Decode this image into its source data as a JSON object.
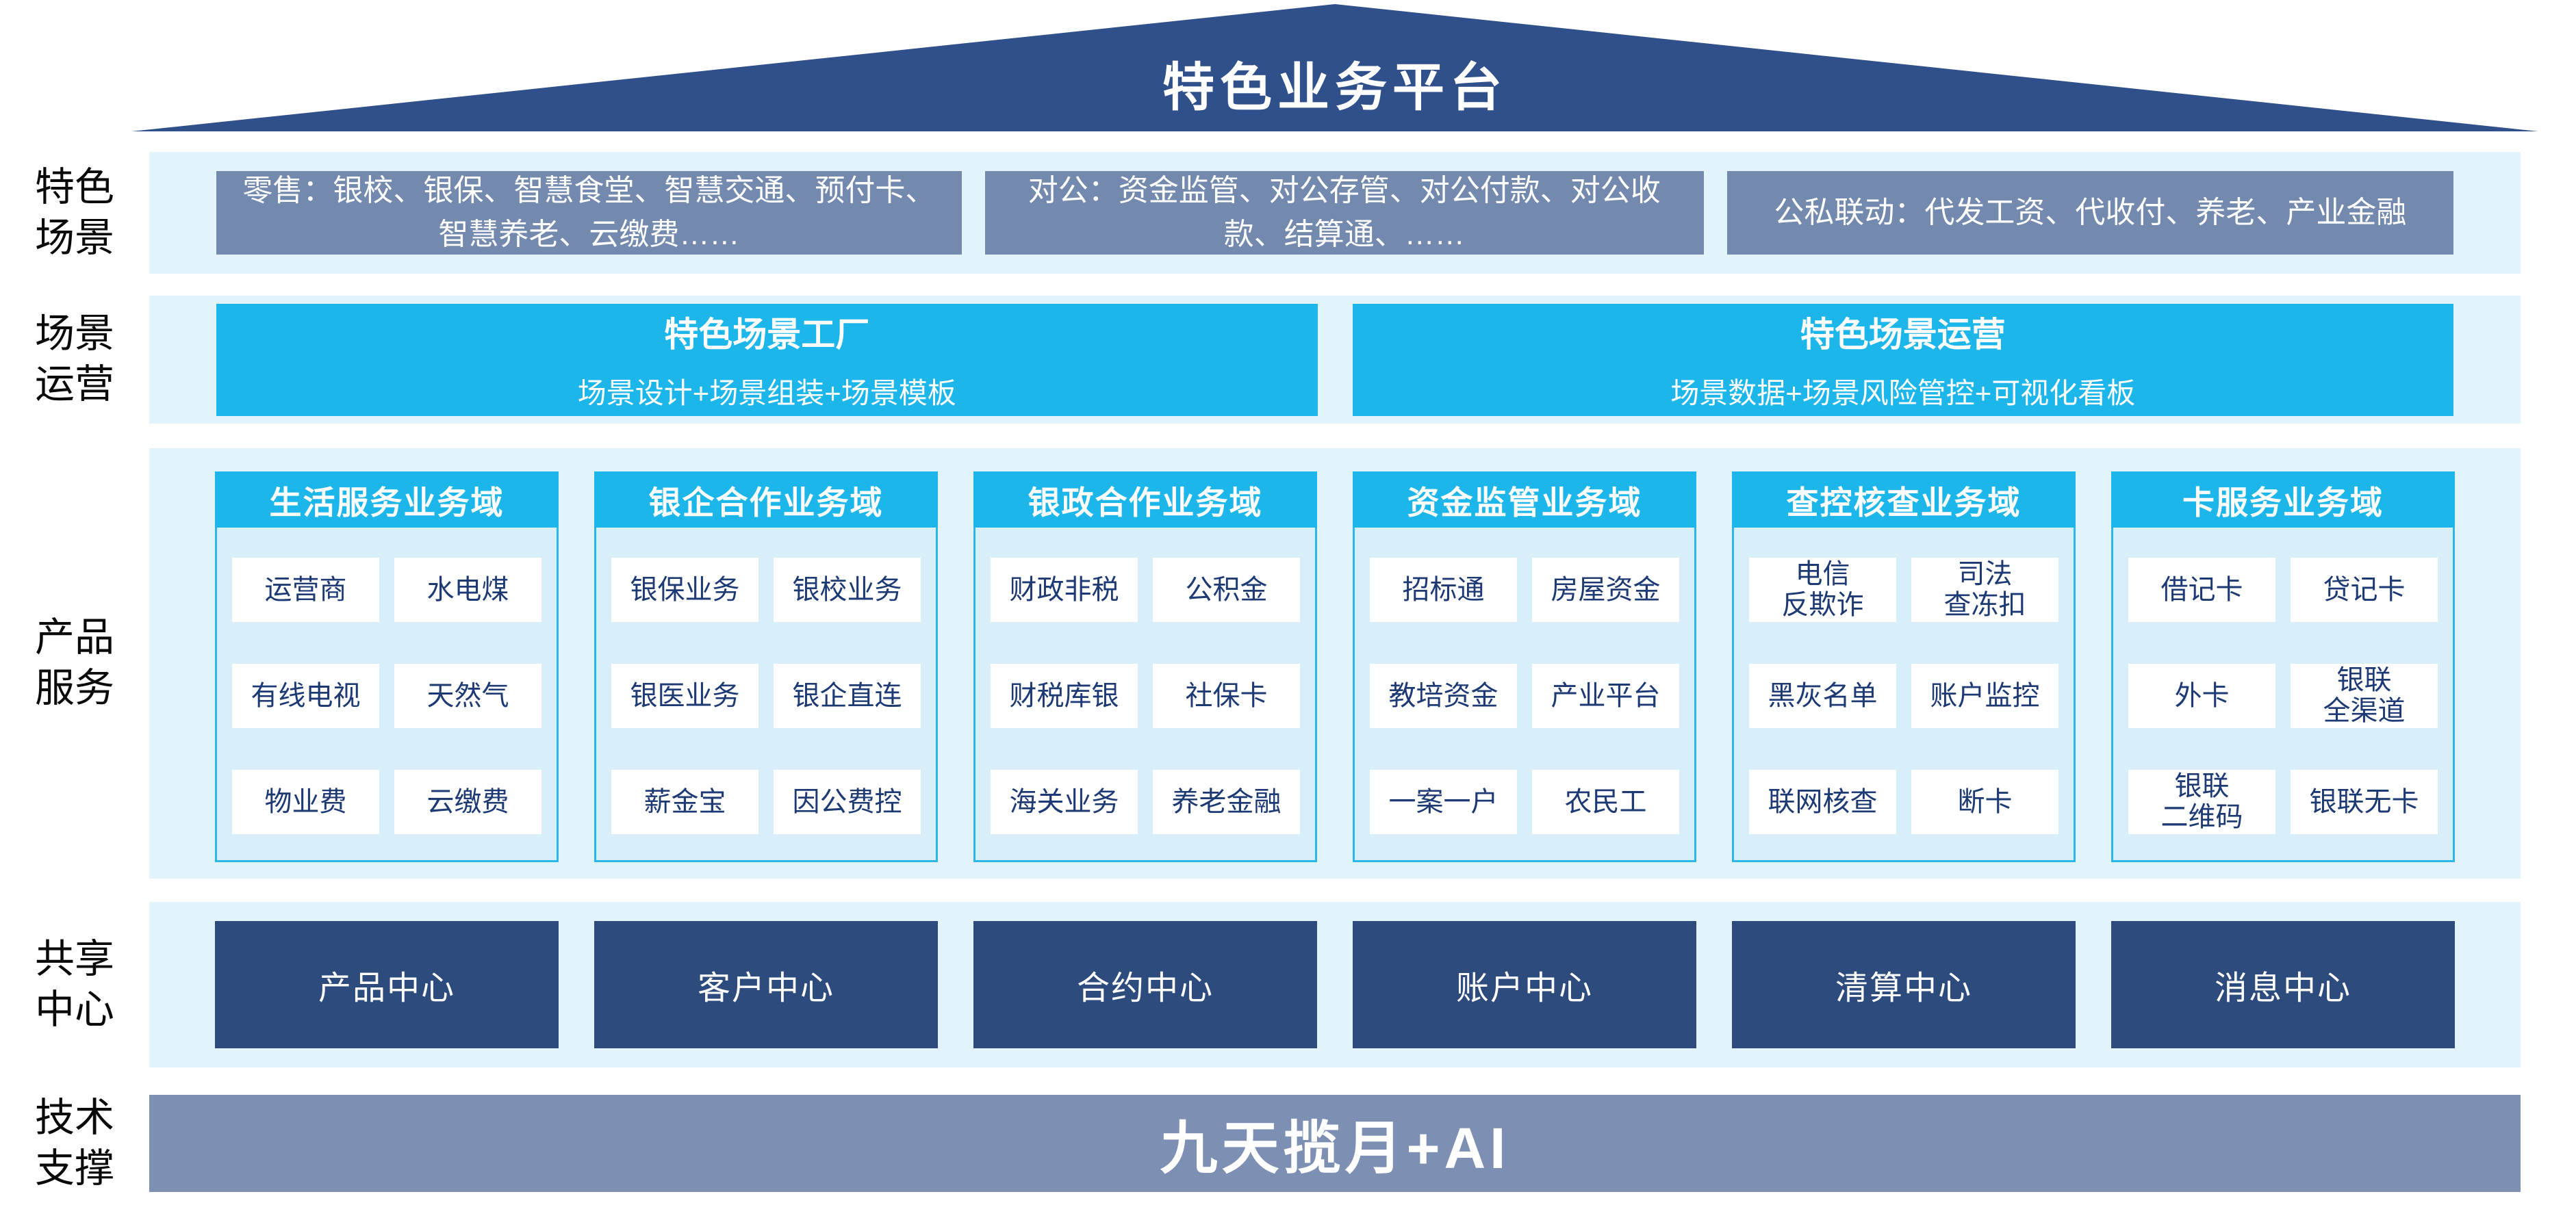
{
  "diagram": {
    "title": "特色业务平台",
    "colors": {
      "roof_navy": "#30508C",
      "band_light_blue": "#E3F3FC",
      "scene_box_slate": "#7389AD",
      "accent_cyan": "#1CB6EB",
      "column_body_blue": "#D8EEF9",
      "item_text_navy": "#1D3A75",
      "center_box_navy": "#2E4B7E",
      "tech_bar_slate": "#7D8FB2"
    },
    "side_labels": [
      {
        "label": "特色\n场景"
      },
      {
        "label": "场景\n运营"
      },
      {
        "label": "产品\n服务"
      },
      {
        "label": "共享\n中心"
      },
      {
        "label": "技术\n支撑"
      }
    ],
    "scene_row": {
      "boxes": [
        "零售：银校、银保、智慧食堂、智慧交通、预付卡、智慧养老、云缴费……",
        "对公：资金监管、对公存管、对公付款、对公收款、结算通、……",
        "公私联动：代发工资、代收付、养老、产业金融"
      ]
    },
    "operation_row": {
      "boxes": [
        {
          "title": "特色场景工厂",
          "subtitle": "场景设计+场景组装+场景模板"
        },
        {
          "title": "特色场景运营",
          "subtitle": "场景数据+场景风险管控+可视化看板"
        }
      ]
    },
    "product_row": {
      "columns": [
        {
          "header": "生活服务业务域",
          "items": [
            "运营商",
            "水电煤",
            "有线电视",
            "天然气",
            "物业费",
            "云缴费"
          ]
        },
        {
          "header": "银企合作业务域",
          "items": [
            "银保业务",
            "银校业务",
            "银医业务",
            "银企直连",
            "薪金宝",
            "因公费控"
          ]
        },
        {
          "header": "银政合作业务域",
          "items": [
            "财政非税",
            "公积金",
            "财税库银",
            "社保卡",
            "海关业务",
            "养老金融"
          ]
        },
        {
          "header": "资金监管业务域",
          "items": [
            "招标通",
            "房屋资金",
            "教培资金",
            "产业平台",
            "一案一户",
            "农民工"
          ]
        },
        {
          "header": "查控核查业务域",
          "items": [
            "电信\n反欺诈",
            "司法\n查冻扣",
            "黑灰名单",
            "账户监控",
            "联网核查",
            "断卡"
          ]
        },
        {
          "header": "卡服务业务域",
          "items": [
            "借记卡",
            "贷记卡",
            "外卡",
            "银联\n全渠道",
            "银联\n二维码",
            "银联无卡"
          ]
        }
      ]
    },
    "share_row": {
      "boxes": [
        "产品中心",
        "客户中心",
        "合约中心",
        "账户中心",
        "清算中心",
        "消息中心"
      ]
    },
    "tech_row": {
      "label": "九天揽月+AI"
    }
  }
}
